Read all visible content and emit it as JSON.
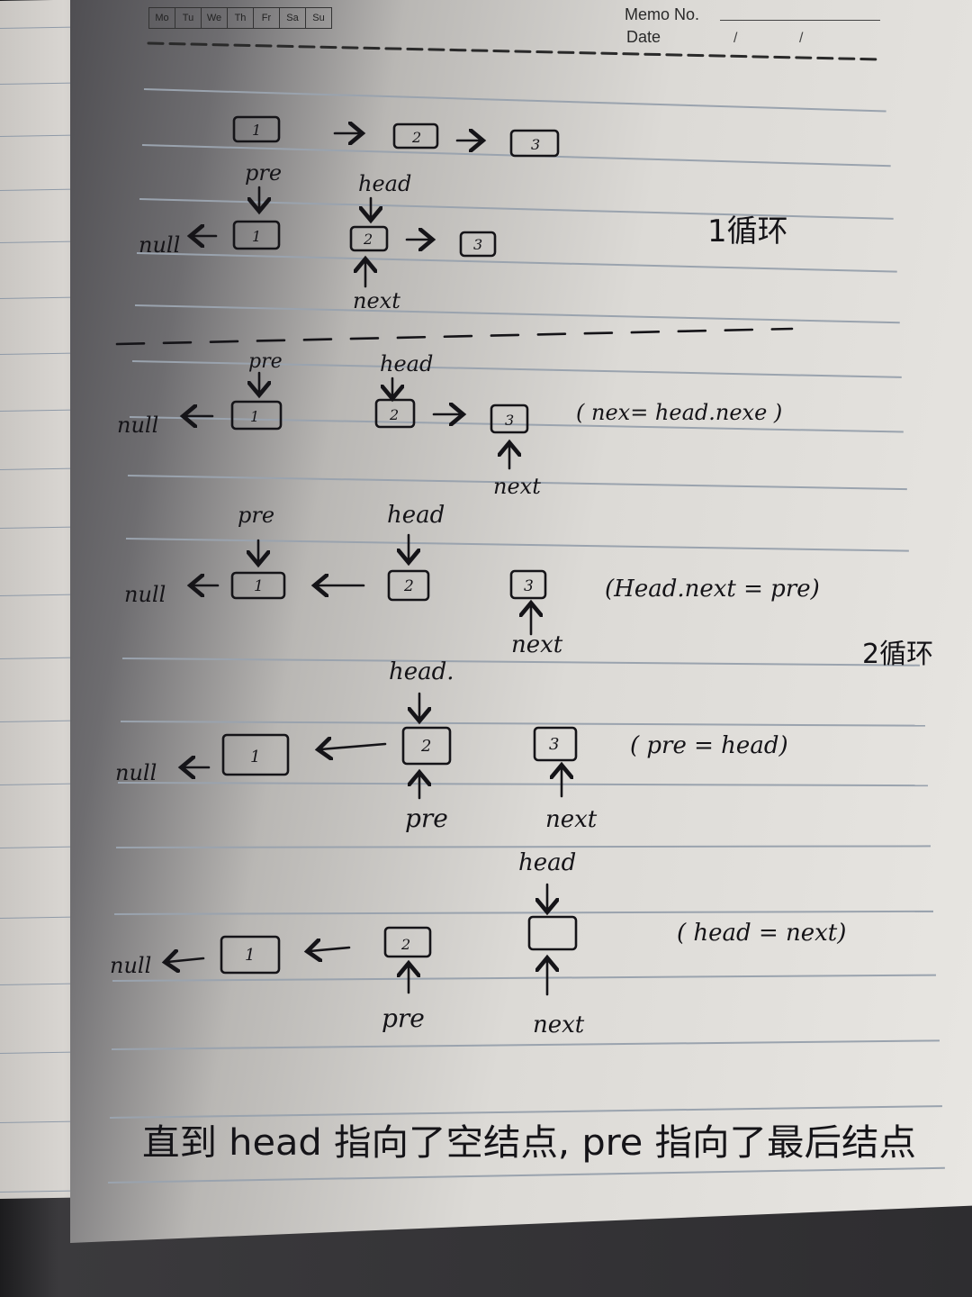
{
  "header": {
    "weekdays": [
      "Mo",
      "Tu",
      "We",
      "Th",
      "Fr",
      "Sa",
      "Su"
    ],
    "memo_label": "Memo No.",
    "date_label": "Date",
    "date_sep_1": "/",
    "date_sep_2": "/"
  },
  "notes": {
    "step0": {
      "n1": "1",
      "n2": "2",
      "n3": "3"
    },
    "step1": {
      "pre": "pre",
      "head": "head",
      "null": "null",
      "n1": "1",
      "n2": "2",
      "n3": "3",
      "next": "next",
      "loop_label": "1循环"
    },
    "step2": {
      "pre": "pre",
      "head": "head",
      "null": "null",
      "n1": "1",
      "n2": "2",
      "n3": "3",
      "next": "next",
      "note": "( nex= head.nexe )"
    },
    "step3": {
      "pre": "pre",
      "head": "head",
      "null": "null",
      "n1": "1",
      "n2": "2",
      "n3": "3",
      "next": "next",
      "note": "(Head.next = pre)",
      "loop_label": "2循环"
    },
    "step4": {
      "head": "head.",
      "null": "null",
      "n1": "1",
      "n2": "2",
      "n3": "3",
      "pre": "pre",
      "next": "next",
      "note": "( pre = head)"
    },
    "step5": {
      "head": "head",
      "null": "null",
      "n1": "1",
      "n2": "2",
      "pre": "pre",
      "next": "next",
      "note": "( head = next)"
    },
    "conclusion": "直到 head 指向了空结点, pre 指向了最后结点"
  }
}
